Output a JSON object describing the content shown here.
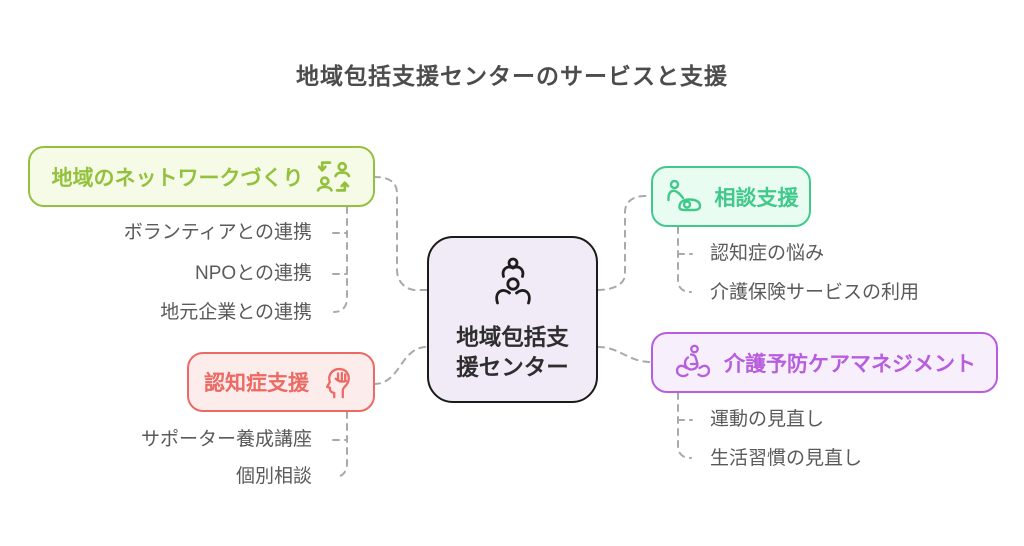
{
  "title": "地域包括支援センターのサービスと支援",
  "theme": {
    "background": "#ffffff",
    "title_color": "#4c4c4c",
    "connector_color": "#a9a9a9",
    "item_text_color": "#5a5a5a"
  },
  "center": {
    "label_line1": "地域包括支",
    "label_line2": "援センター",
    "icon": "care-person-icon",
    "border_color": "#1a1a1a",
    "background": "#f1eaf7",
    "text_color": "#2e2e2e",
    "icon_color": "#1d1d1d"
  },
  "branches": [
    {
      "id": "network",
      "label": "地域のネットワークづくり",
      "icon": "people-exchange-icon",
      "color": "#94c13d",
      "background": "#f6fbe7",
      "children": [
        "ボランティアとの連携",
        "NPOとの連携",
        "地元企業との連携"
      ]
    },
    {
      "id": "dementia-support",
      "label": "認知症支援",
      "icon": "head-hand-icon",
      "color": "#ec6a63",
      "background": "#fdecec",
      "children": [
        "サポーター養成講座",
        "個別相談"
      ]
    },
    {
      "id": "consultation-support",
      "label": "相談支援",
      "icon": "caregiver-patient-icon",
      "color": "#41c98b",
      "background": "#e8fcf2",
      "children": [
        "認知症の悩み",
        "介護保険サービスの利用"
      ]
    },
    {
      "id": "care-prevention",
      "label": "介護予防ケアマネジメント",
      "icon": "hands-holding-person-icon",
      "color": "#b75ede",
      "background": "#f8effd",
      "children": [
        "運動の見直し",
        "生活習慣の見直し"
      ]
    }
  ]
}
